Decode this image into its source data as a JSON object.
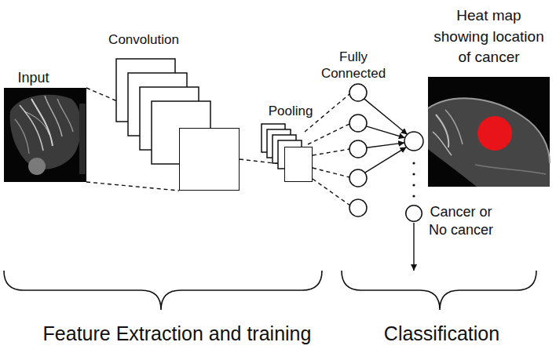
{
  "diagram": {
    "nodes": [
      {
        "text": [
          "Input"
        ]
      },
      {
        "text": [
          "Convolution"
        ]
      },
      {
        "text": [
          "Pooling"
        ]
      },
      {
        "text": [
          "Cancer or No cancer"
        ]
      },
      {
        "text": [
          "Heat map showing location of cancer"
        ]
      }
    ],
    "edges": [
      {
        "from": 0,
        "to": 1,
        "arrow": "none"
      },
      {
        "from": 1,
        "to": 2,
        "arrow": "none"
      }
    ],
    "labels": [
      "Fully Connected",
      "Feature Extraction and training",
      "Classification"
    ]
  }
}
